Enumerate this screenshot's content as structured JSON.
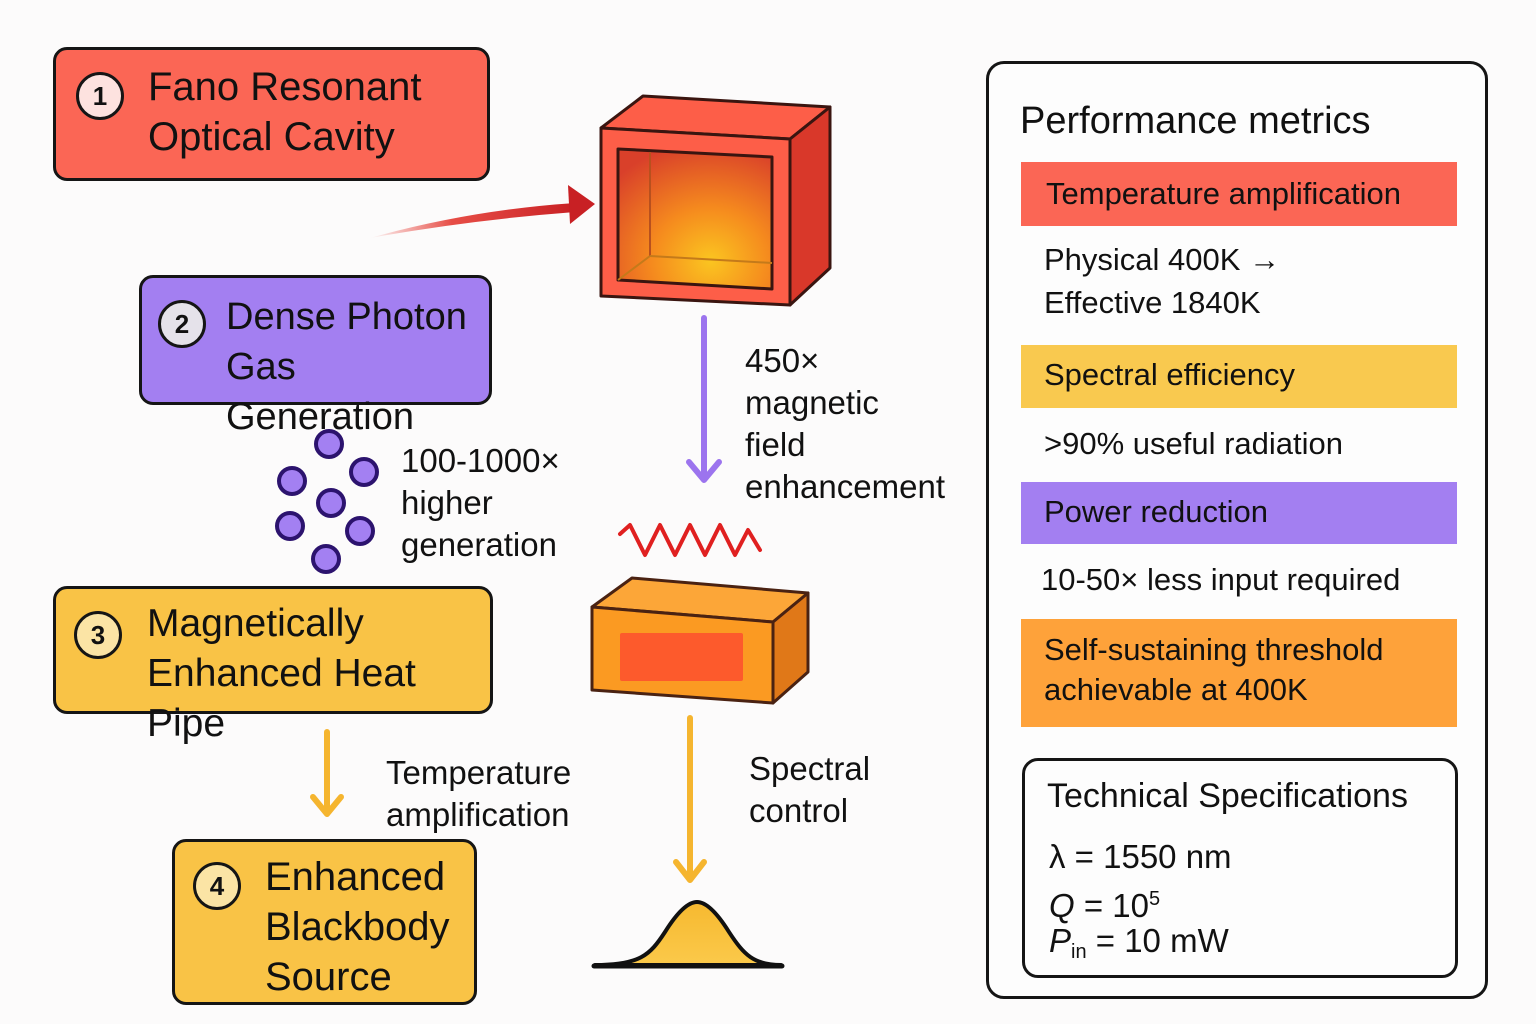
{
  "steps": [
    {
      "number": "1",
      "title": "Fano Resonant\nOptical Cavity",
      "color": "#fb6655"
    },
    {
      "number": "2",
      "title": "Dense Photon\nGas Generation",
      "color": "#a37ff1"
    },
    {
      "number": "3",
      "title": "Magnetically\nEnhanced Heat Pipe",
      "color": "#f9c346"
    },
    {
      "number": "4",
      "title": "Enhanced\nBlackbody\nSource",
      "color": "#f9c346"
    }
  ],
  "annotations": {
    "photon_generation": "100-1000×\nhigher\ngeneration",
    "field_enhancement": "450×\nmagnetic\nfield\nenhancement",
    "temperature": "Temperature\namplification",
    "spectral": "Spectral\ncontrol"
  },
  "panel": {
    "title": "Performance metrics",
    "metrics": [
      {
        "label": "Temperature amplification",
        "value": "Physical 400K →\nEffective 1840K",
        "color": "#fb6655"
      },
      {
        "label": "Spectral efficiency",
        "value": ">90% useful radiation",
        "color": "#f9c94f"
      },
      {
        "label": "Power reduction",
        "value": "10-50× less input required",
        "color": "#a37ff1"
      },
      {
        "label": "Self-sustaining threshold achievable at 400K",
        "value": "",
        "color": "#fea23a"
      }
    ],
    "specs": {
      "title": "Technical Specifications",
      "wavelength_symbol": "λ",
      "wavelength_value": "= 1550 nm",
      "q_symbol": "Q",
      "q_value": "= 10",
      "q_exponent": "5",
      "power_symbol": "P",
      "power_subscript": "in",
      "power_value": "= 10 mW"
    }
  },
  "colors": {
    "red": "#fb6655",
    "purple": "#a37ff1",
    "yellow": "#f9c346",
    "orange": "#fea23a",
    "wave_red": "#e02020"
  }
}
